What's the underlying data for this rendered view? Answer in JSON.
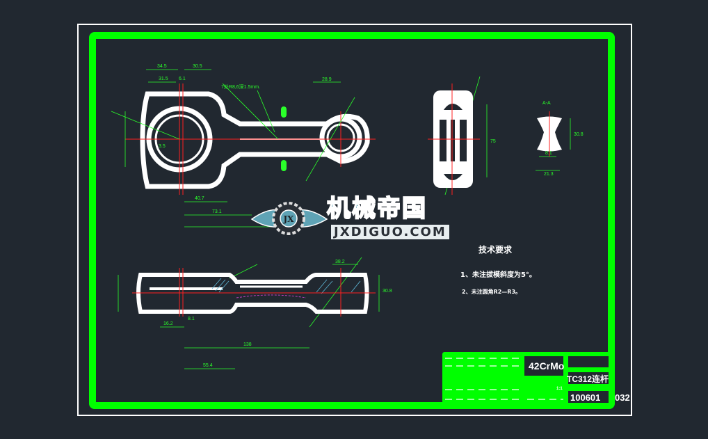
{
  "drawing": {
    "background": "#212830",
    "frame_color": "#ffffff",
    "border_color": "#00ff00",
    "dimension_color": "#2aff2a",
    "centerline_color": "#ff2020",
    "dimensions_top_view": [
      "34.5",
      "30.5",
      "31.5",
      "6.1",
      "7处R8,6深1.5mm.",
      "3.5",
      "40.7",
      "73.1",
      "28.9"
    ],
    "dimensions_side_view": [
      "75",
      "A-A",
      "8.1",
      "21.3",
      "30.8"
    ],
    "dimensions_bottom_view": [
      "38.2",
      "30.8",
      "16.2",
      "8.1",
      "138",
      "55.4"
    ]
  },
  "watermark": {
    "logo_text": "机械帝国",
    "logo_url_text": "JXDIGUO.COM",
    "emblem": "JX"
  },
  "tech_requirements": {
    "title": "技术要求",
    "items": [
      "1、未注拔模斜度为5°。",
      "2、未注圆角R2—R3。"
    ]
  },
  "title_block": {
    "material": "42CrMo",
    "part_name": "TC312连杆",
    "drawing_number": "100601",
    "drawing_number_suffix": "032",
    "scale": "1:1"
  }
}
